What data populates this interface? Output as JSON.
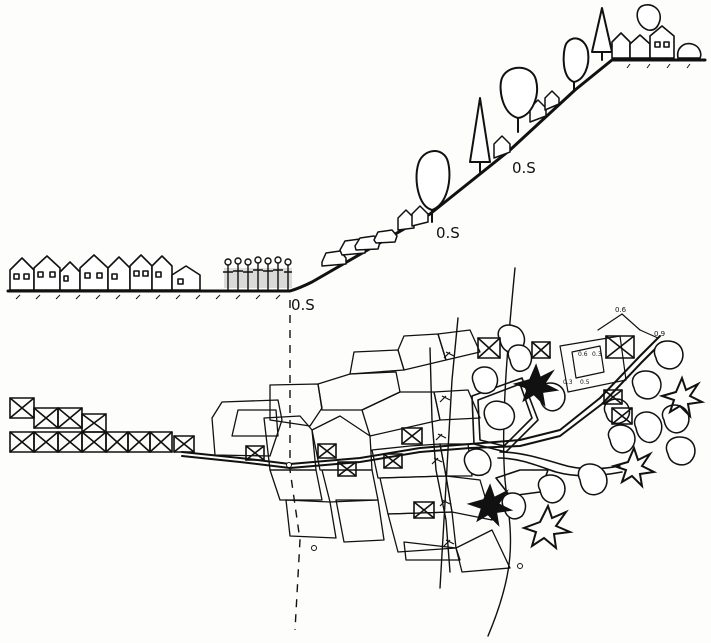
{
  "section": {
    "labels": [
      "0.S",
      "0.S",
      "0.S"
    ]
  },
  "plan": {
    "small_labels": [
      "0.6",
      "0.9",
      "0.6",
      "0.3",
      "0.3",
      "0.5"
    ]
  },
  "colors": {
    "ink": "#111111",
    "paper": "#fdfdfb"
  }
}
